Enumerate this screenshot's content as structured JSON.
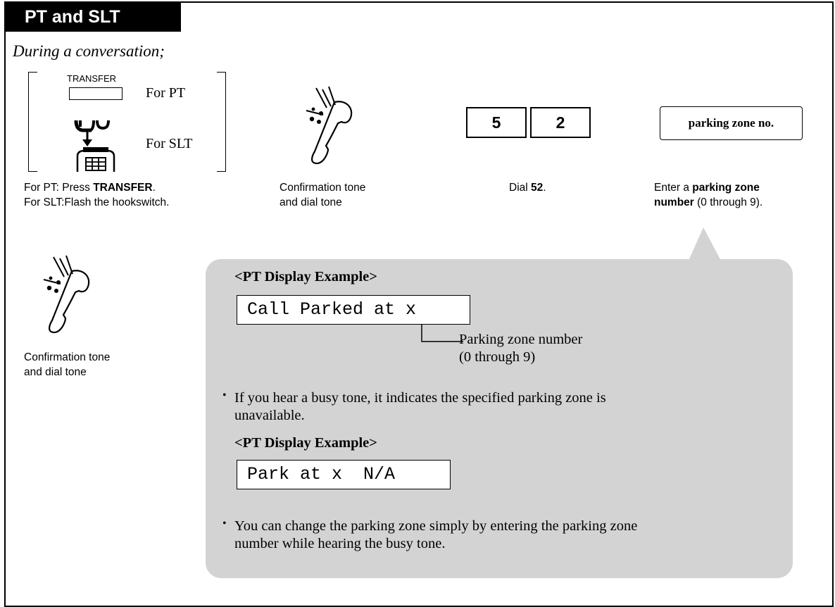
{
  "header": {
    "title": "PT and SLT"
  },
  "intro": "During a conversation;",
  "step1": {
    "transfer_key_label": "TRANSFER",
    "for_pt": "For PT",
    "for_slt": "For SLT",
    "caption_line1_pre": "For PT: Press ",
    "caption_line1_bold": "TRANSFER",
    "caption_line1_post": ".",
    "caption_line2": "For SLT:Flash the hookswitch."
  },
  "step2": {
    "caption_line1": "Confirmation tone",
    "caption_line2": "and dial tone"
  },
  "step3": {
    "digits": [
      "5",
      "2"
    ],
    "caption_pre": "Dial ",
    "caption_bold": "52",
    "caption_post": "."
  },
  "step4": {
    "box_label": "parking zone no.",
    "caption_line1_pre": "Enter a ",
    "caption_line1_bold": "parking zone",
    "caption_line2_bold": "number",
    "caption_line2_post": " (0 through 9)."
  },
  "step5": {
    "caption_line1": "Confirmation tone",
    "caption_line2": "and dial tone"
  },
  "callout": {
    "display_heading_1": "<PT Display Example>",
    "display_1": "Call Parked at x",
    "pointer_label_line1": "Parking zone number",
    "pointer_label_line2": "(0 through 9)",
    "bullet_1_line1": "If you hear a busy tone, it indicates the specified parking zone is",
    "bullet_1_line2": "unavailable.",
    "display_heading_2": "<PT Display Example>",
    "display_2": "Park at x  N/A",
    "bullet_2_line1": "You can change the parking zone simply by entering the parking zone",
    "bullet_2_line2": "number while hearing the busy tone."
  }
}
